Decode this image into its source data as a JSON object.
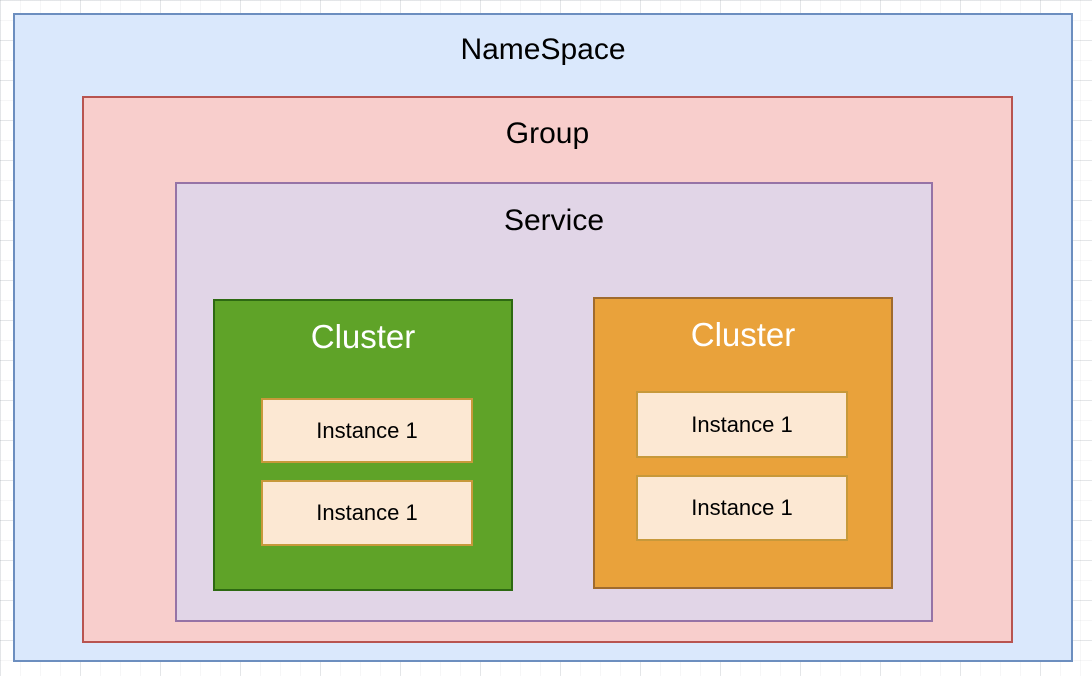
{
  "diagram": {
    "namespace": {
      "label": "NameSpace",
      "fill": "#DAE8FC",
      "border": "#6C8EBF"
    },
    "group": {
      "label": "Group",
      "fill": "#F8CECC",
      "border": "#B85450"
    },
    "service": {
      "label": "Service",
      "fill": "#E1D5E7",
      "border": "#9673A6"
    },
    "clusters": [
      {
        "label": "Cluster",
        "fill": "#5FA328",
        "border": "#2D6912",
        "instances": [
          {
            "label": "Instance 1"
          },
          {
            "label": "Instance 1"
          }
        ]
      },
      {
        "label": "Cluster",
        "fill": "#E9A23B",
        "border": "#A06B2E",
        "instances": [
          {
            "label": "Instance 1"
          },
          {
            "label": "Instance 1"
          }
        ]
      }
    ],
    "instance_style": {
      "fill": "#FCE8D3",
      "border": "#C7993B",
      "text_color": "#000000"
    },
    "cluster_title_color": "#FFFFFF"
  }
}
